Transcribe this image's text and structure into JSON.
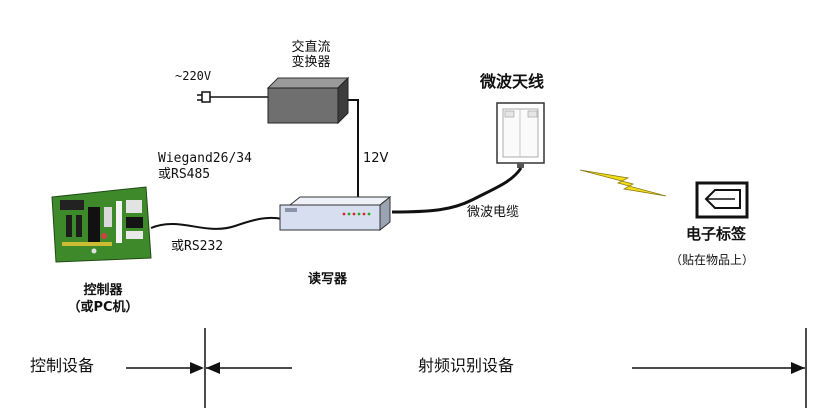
{
  "power": {
    "voltage_label": "~220V"
  },
  "converter": {
    "label_line1": "交直流",
    "label_line2": "变换器"
  },
  "dc_label": "12V",
  "antenna": {
    "title": "微波天线"
  },
  "protocol": {
    "line1": "Wiegand26/34",
    "line2": "或RS485",
    "alt": "或RS232"
  },
  "reader": {
    "label": "读写器"
  },
  "cable": {
    "label": "微波电缆"
  },
  "tag": {
    "title": "电子标签",
    "note": "（贴在物品上）"
  },
  "controller": {
    "line1": "控制器",
    "line2": "（或PC机）"
  },
  "scope": {
    "control_equipment": "控制设备",
    "rfid_equipment": "射频识别设备"
  },
  "colors": {
    "pcb_green": "#3e8a2a",
    "reader_body": "#dfe6f2",
    "bolt_yellow": "#f2dd1a",
    "line": "#111111"
  }
}
